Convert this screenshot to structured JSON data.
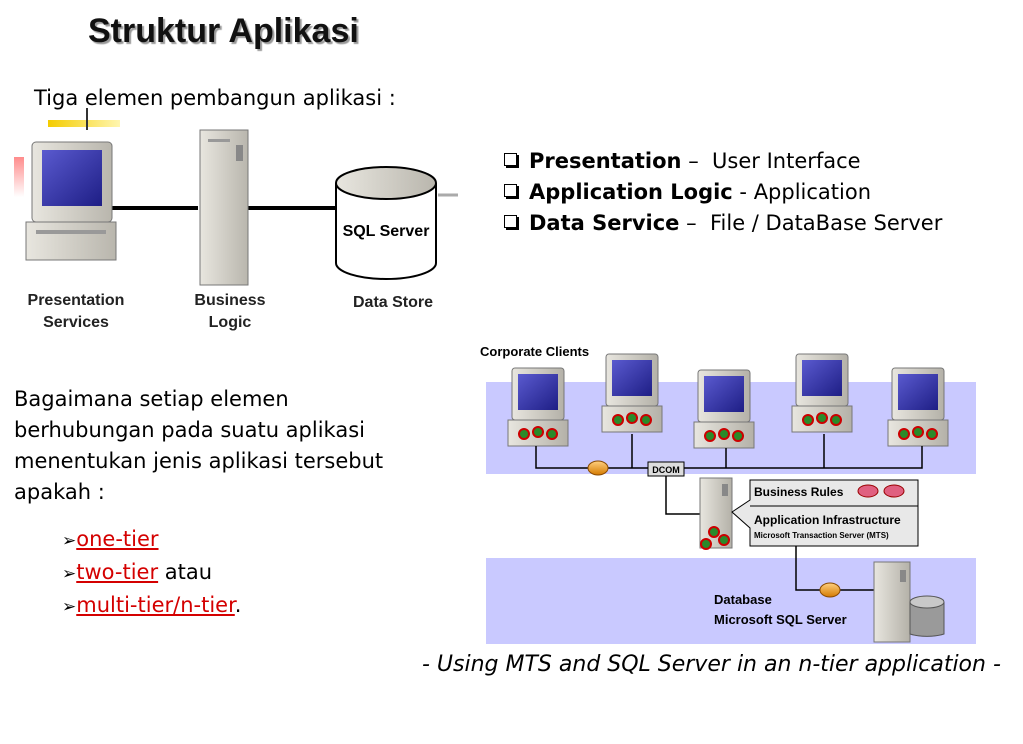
{
  "slide": {
    "title": "Struktur Aplikasi",
    "subtitle": "Tiga elemen pembangun aplikasi :",
    "top_diagram": {
      "db_label": "SQL Server",
      "labels": {
        "presentation_l1": "Presentation",
        "presentation_l2": "Services",
        "business_l1": "Business",
        "business_l2": "Logic",
        "data_store": "Data Store"
      }
    },
    "elements": [
      {
        "bold": "Presentation",
        "sep": " –  ",
        "rest": "User Interface"
      },
      {
        "bold": "Application Logic",
        "sep": " - ",
        "rest": "Application"
      },
      {
        "bold": "Data Service",
        "sep": " –  ",
        "rest": "File / DataBase Server"
      }
    ],
    "paragraph": [
      "Bagaimana setiap elemen",
      "berhubungan pada suatu aplikasi",
      "menentukan jenis aplikasi tersebut",
      "apakah :"
    ],
    "tiers": [
      {
        "arrow": "➢",
        "link": "one-tier",
        "after": ""
      },
      {
        "arrow": "➢",
        "link": "two-tier",
        "after": " atau"
      },
      {
        "arrow": "➢",
        "link": "multi-tier/n-tier",
        "after": "."
      }
    ],
    "mts_diagram": {
      "corporate_clients": "Corporate Clients",
      "dcom": "DCOM",
      "business_rules": "Business Rules",
      "app_infra": "Application Infrastructure",
      "mts": "Microsoft Transaction Server (MTS)",
      "database": "Database",
      "sql_server": "Microsoft SQL Server"
    },
    "caption": "- Using MTS and SQL Server in an n-tier application -",
    "colors": {
      "link": "#d40000",
      "band": "#c9c9ff",
      "screen": "#2a2a9e",
      "accent": "#f4cc00"
    }
  }
}
